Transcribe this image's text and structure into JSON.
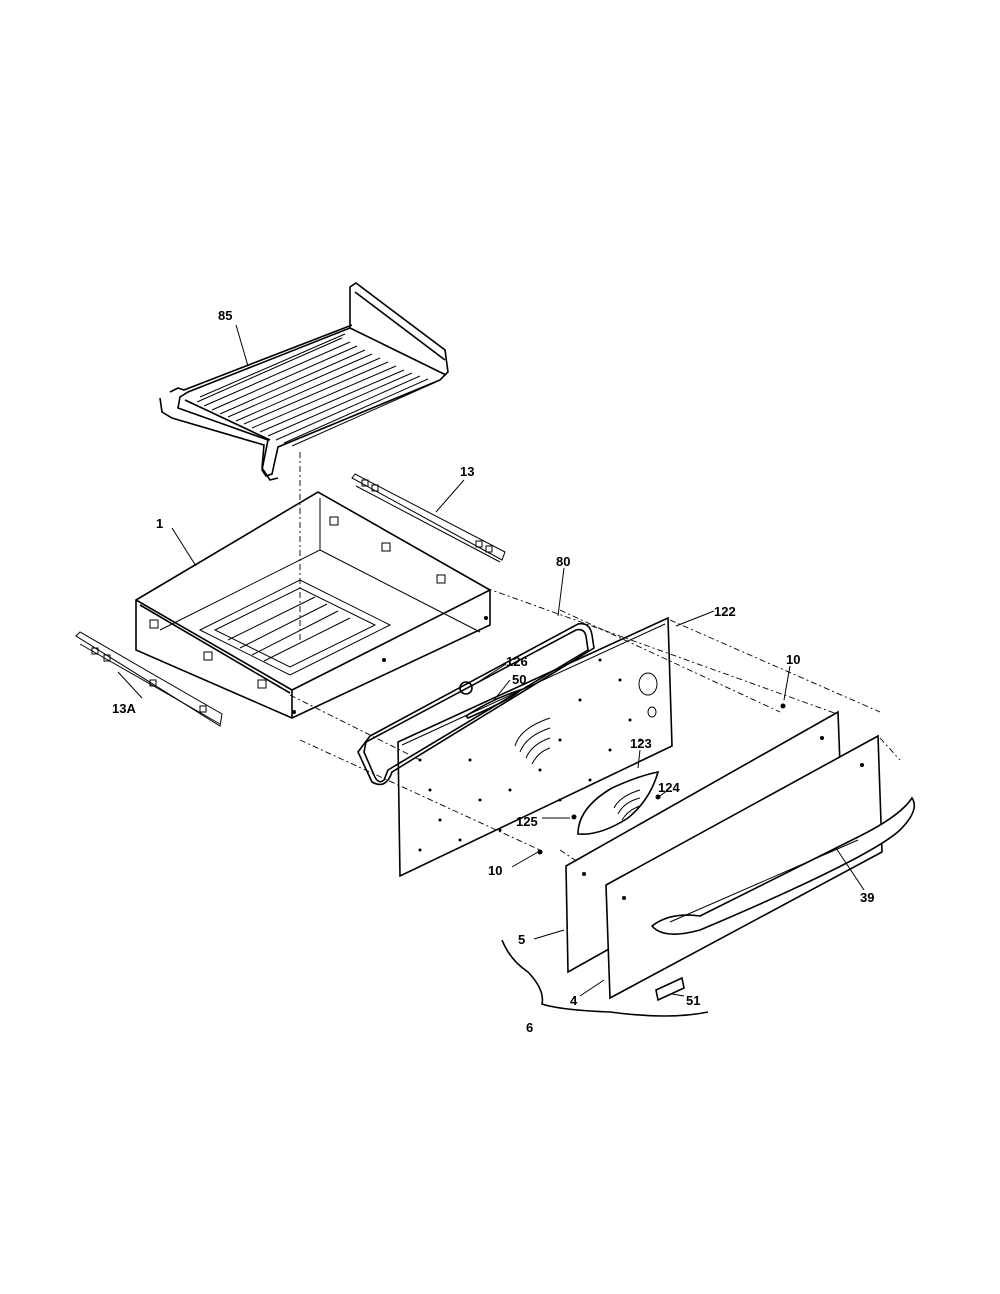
{
  "diagram": {
    "parts": [
      {
        "id": "rack",
        "label": "85"
      },
      {
        "id": "drawer-body",
        "label": "1"
      },
      {
        "id": "slide-right",
        "label": "13"
      },
      {
        "id": "slide-left",
        "label": "13A"
      },
      {
        "id": "gasket",
        "label": "80"
      },
      {
        "id": "inner-panel",
        "label": "122"
      },
      {
        "id": "clip-126",
        "label": "126"
      },
      {
        "id": "bracket-50",
        "label": "50"
      },
      {
        "id": "screw-top",
        "label": "10"
      },
      {
        "id": "badge",
        "label": "123"
      },
      {
        "id": "screw-124",
        "label": "124"
      },
      {
        "id": "screw-125",
        "label": "125"
      },
      {
        "id": "screw-bottom",
        "label": "10"
      },
      {
        "id": "handle",
        "label": "39"
      },
      {
        "id": "front-inner",
        "label": "5"
      },
      {
        "id": "front-outer",
        "label": "4"
      },
      {
        "id": "nameplate",
        "label": "51"
      },
      {
        "id": "assembly",
        "label": "6"
      }
    ]
  }
}
